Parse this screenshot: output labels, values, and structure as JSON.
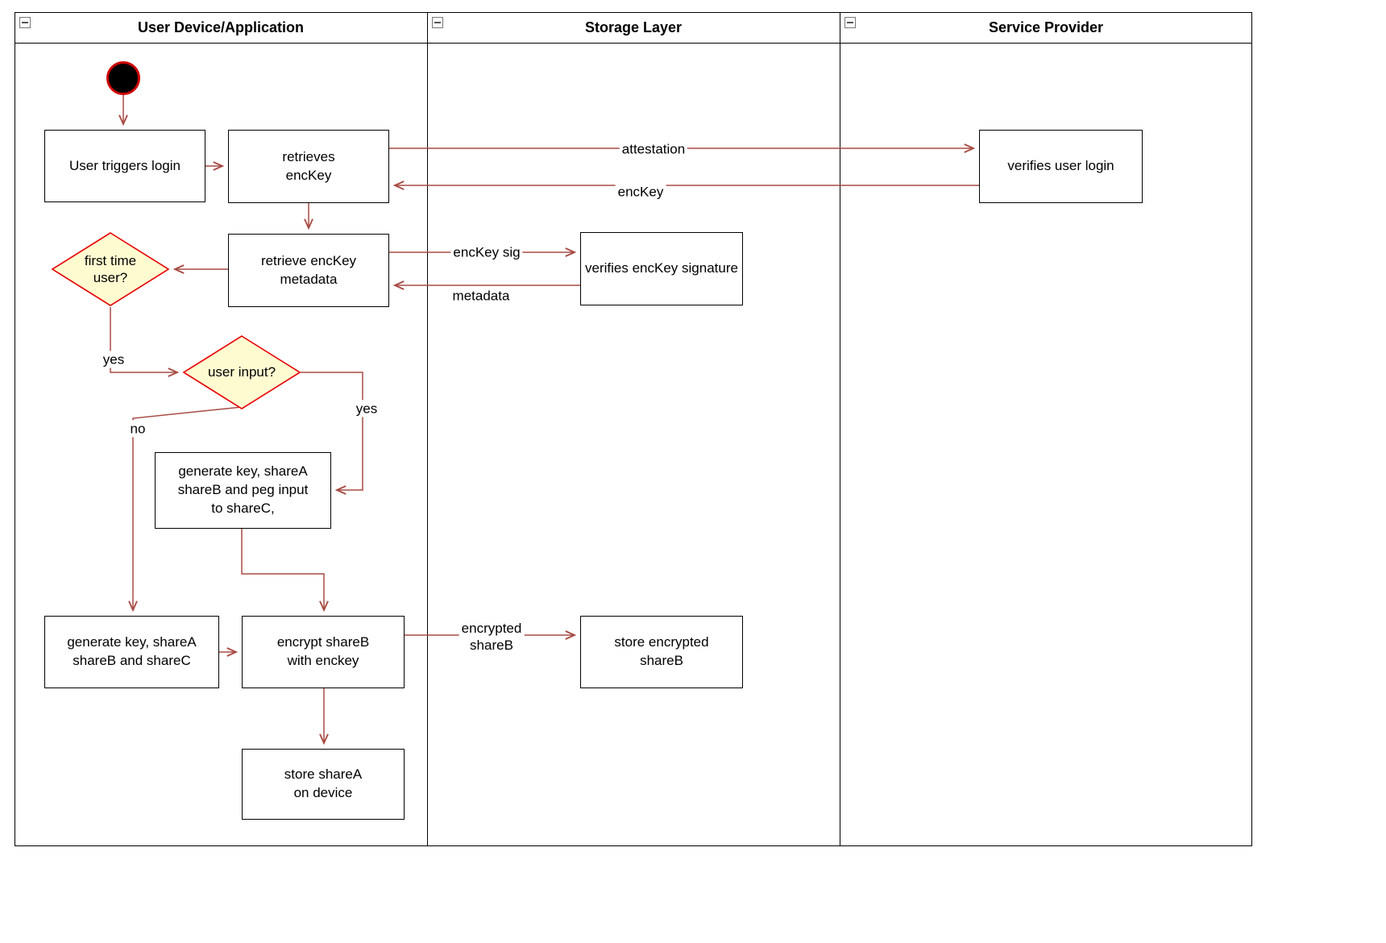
{
  "colors": {
    "arrow": "#a84b44",
    "diamond-fill": "#fffbd1",
    "diamond-stroke": "#e60000",
    "start-stroke": "#cc0000",
    "node-border": "#000000"
  },
  "lanes": {
    "lane1": "User Device/Application",
    "lane2": "Storage Layer",
    "lane3": "Service Provider"
  },
  "nodes": {
    "user_triggers_login": "User triggers login",
    "retrieves_enckey": "retrieves\nencKey",
    "verifies_user_login": "verifies user login",
    "retrieve_enckey_metadata": "retrieve encKey\nmetadata",
    "verifies_enckey_signature": "verifies encKey signature",
    "first_time_user": "first time\nuser?",
    "user_input": "user input?",
    "generate_key_peg": "generate key, shareA\nshareB and peg input\nto shareC,",
    "generate_key_sharec": "generate key, shareA\nshareB and shareC",
    "encrypt_shareb": "encrypt shareB\nwith enckey",
    "store_encrypted_shareb": "store encrypted\nshareB",
    "store_sharea": "store shareA\non device"
  },
  "edge_labels": {
    "attestation": "attestation",
    "enckey": "encKey",
    "enckey_sig": "encKey sig",
    "metadata": "metadata",
    "first_time_yes": "yes",
    "user_input_yes": "yes",
    "user_input_no": "no",
    "encrypted_shareb": "encrypted\nshareB"
  }
}
